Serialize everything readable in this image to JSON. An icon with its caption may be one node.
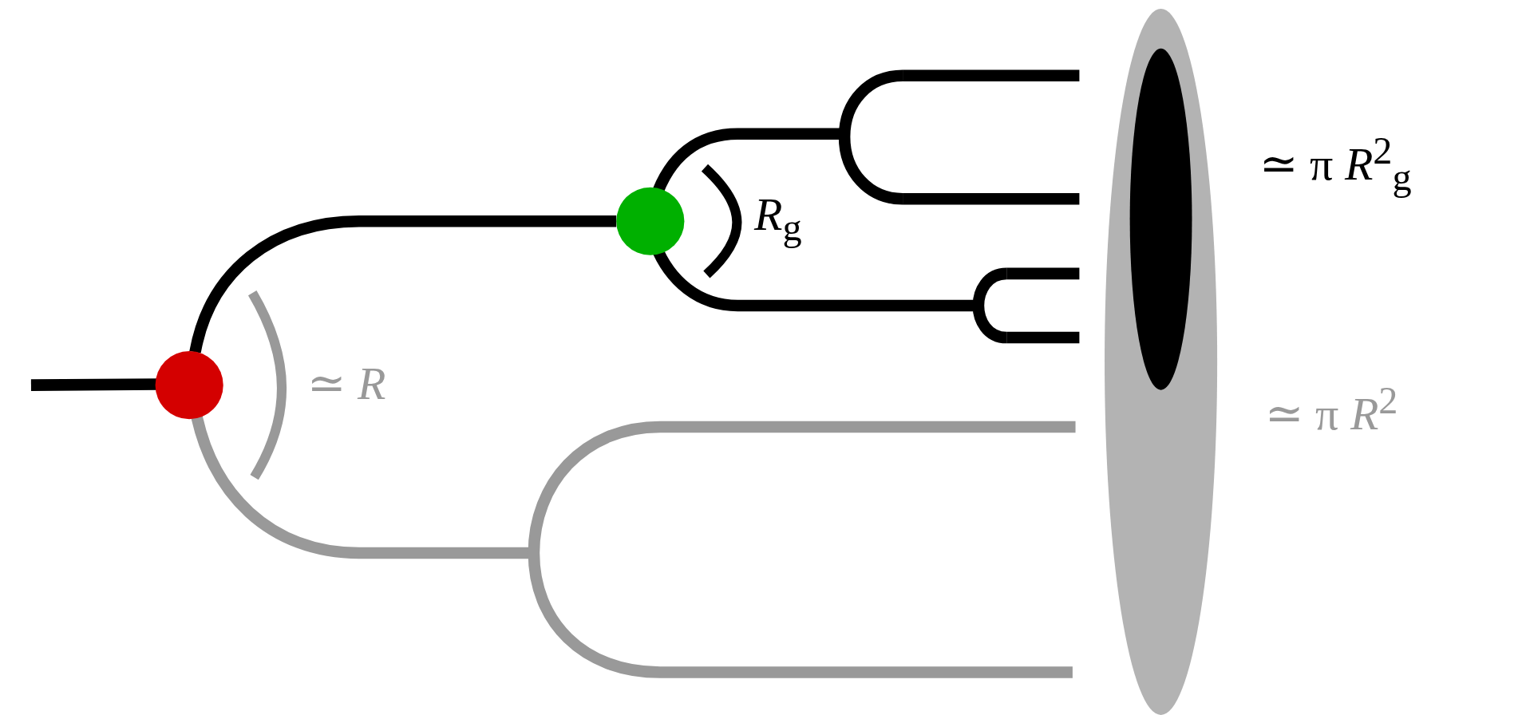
{
  "diagram": {
    "nodes": [
      {
        "text": [],
        "shape": "circle"
      },
      {
        "text": [],
        "shape": "circle"
      }
    ],
    "edges": [
      {
        "from": 0,
        "to": 1,
        "arrow": "none"
      }
    ],
    "labels": [
      "≃ *R*",
      "*R*$_{g}$",
      "≃ π *R*$^{2}$$_{g}$",
      "≃ π *R*$^{2}$"
    ]
  }
}
